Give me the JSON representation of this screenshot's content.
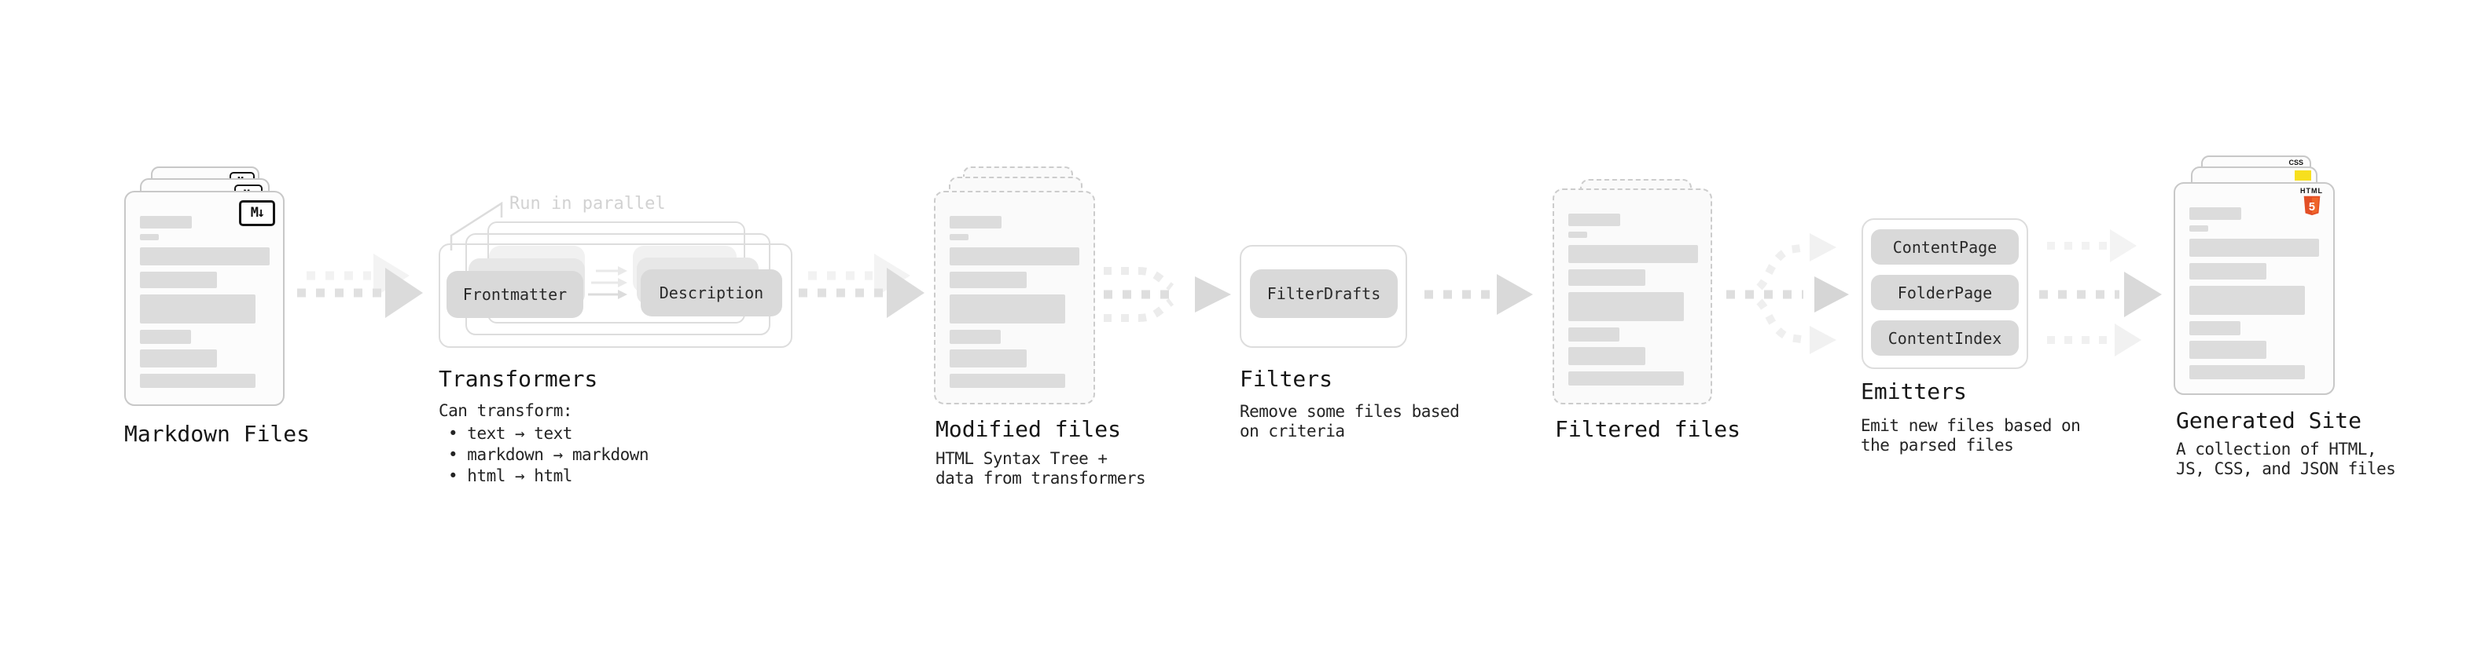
{
  "colors": {
    "html5_orange": "#e34f26",
    "css_blue": "#2965f1",
    "js_yellow": "#f7df1e",
    "ink": "#161616",
    "body_text": "#242424",
    "faint_annotation": "#d2d2d2",
    "pill_gray": "#d9d9d9"
  },
  "pipeline": {
    "markdown_files": {
      "label": "Markdown Files",
      "file_badge": "M↓"
    },
    "transformers": {
      "annotation": "Run in parallel",
      "input_pill": "Frontmatter",
      "output_pill": "Description",
      "title": "Transformers",
      "subtitle": "Can transform:",
      "bullets": [
        "text → text",
        "markdown → markdown",
        "html → html"
      ]
    },
    "modified_files": {
      "title": "Modified files",
      "desc1": "HTML Syntax Tree +",
      "desc2": "data from transformers"
    },
    "filters": {
      "pill": "FilterDrafts",
      "title": "Filters",
      "desc1": "Remove some files based",
      "desc2": "on criteria"
    },
    "filtered_files": {
      "title": "Filtered files"
    },
    "emitters": {
      "pills": [
        "ContentPage",
        "FolderPage",
        "ContentIndex"
      ],
      "title": "Emitters",
      "desc1": "Emit new files based on",
      "desc2": "the parsed files"
    },
    "generated_site": {
      "title": "Generated Site",
      "desc1": "A collection of HTML,",
      "desc2": "JS, CSS, and JSON files",
      "css_badge": "CSS",
      "html_badge_label": "HTML",
      "html_badge_number": "5"
    }
  }
}
